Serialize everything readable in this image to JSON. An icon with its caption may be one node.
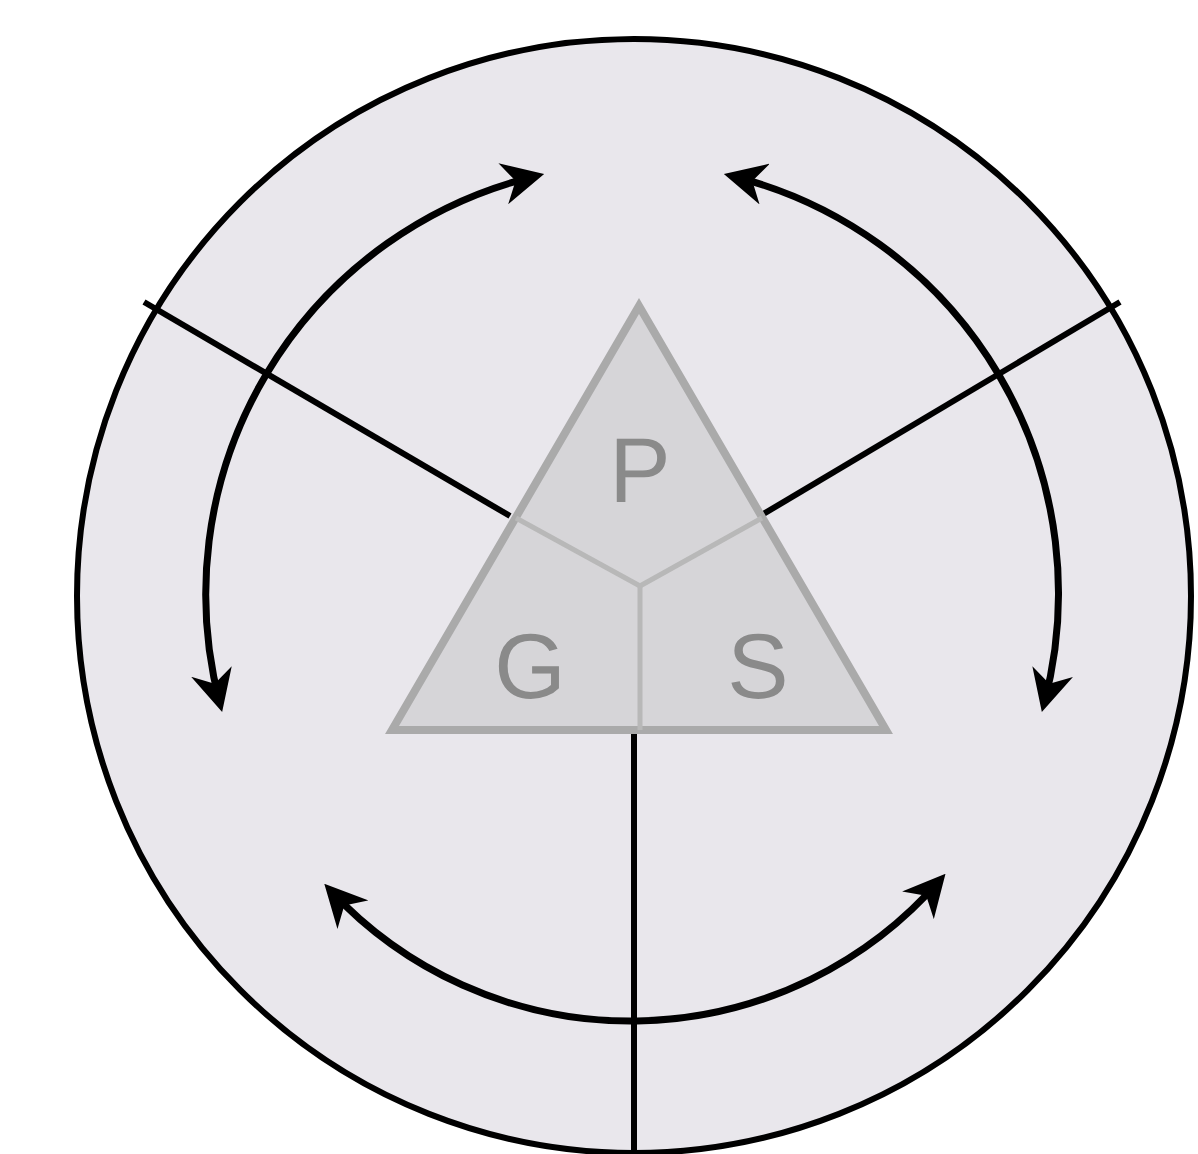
{
  "diagram": {
    "nodes": [
      {
        "text": [],
        "shape": "circle"
      },
      {
        "text": [],
        "shape": "triangle",
        "in": 0
      },
      {
        "text": [
          "P"
        ],
        "in": 1
      },
      {
        "text": [
          "G"
        ],
        "in": 1
      },
      {
        "text": [
          "S"
        ],
        "in": 1
      }
    ]
  }
}
